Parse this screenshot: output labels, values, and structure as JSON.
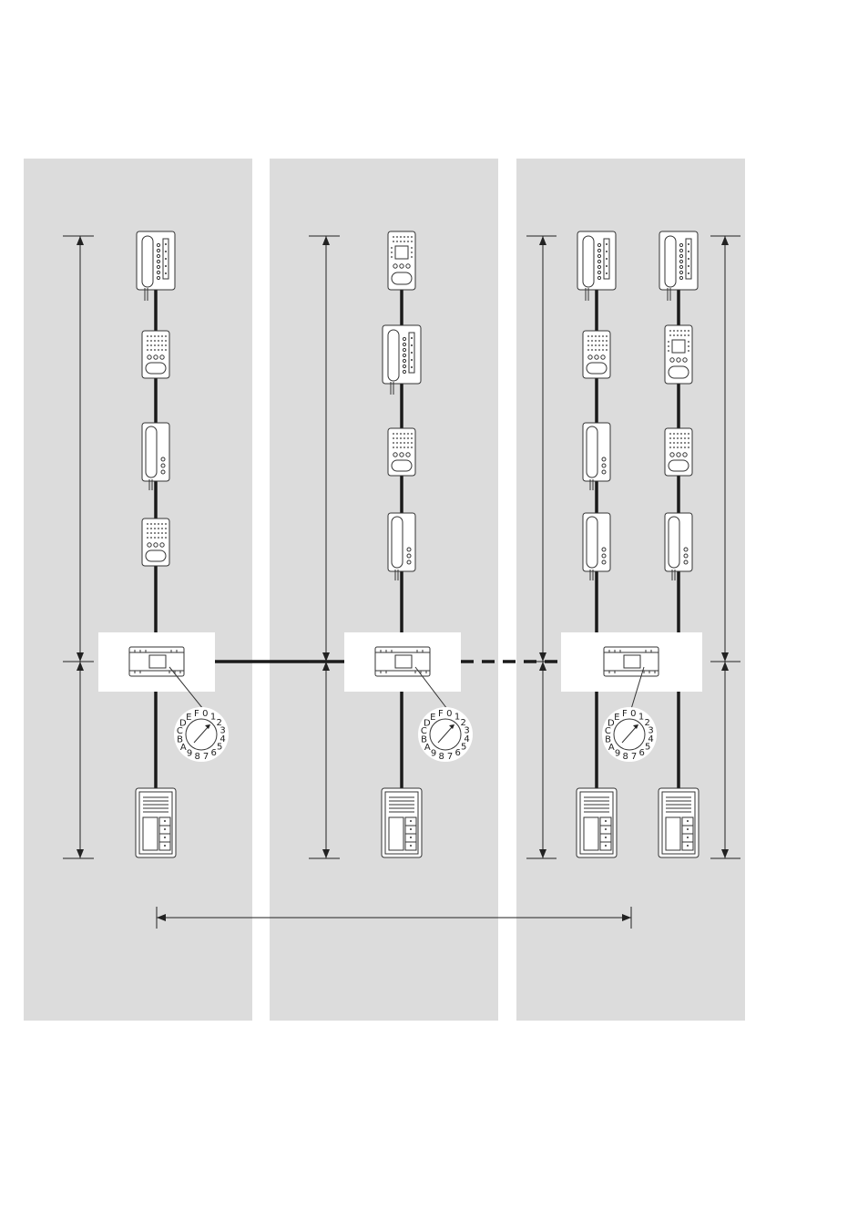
{
  "colors": {
    "panel": "#dcdcdc",
    "line": "#1a1a1a",
    "device_fill": "#ffffff"
  },
  "panels": [
    {
      "name": "panel-1",
      "columns": [
        {
          "indoor": [
            "handset-wide",
            "speaker",
            "handset-tall",
            "speaker"
          ],
          "door": "door-station"
        }
      ]
    },
    {
      "name": "panel-2",
      "columns": [
        {
          "indoor": [
            "speaker-video",
            "handset-wide",
            "speaker",
            "handset-tall"
          ],
          "door": "door-station"
        }
      ]
    },
    {
      "name": "panel-3",
      "columns": [
        {
          "indoor": [
            "handset-wide",
            "speaker",
            "handset-tall",
            "handset-tall"
          ],
          "door": "door-station"
        },
        {
          "indoor": [
            "handset-wide",
            "speaker-video",
            "speaker",
            "handset-tall"
          ],
          "door": "door-station"
        }
      ]
    }
  ],
  "dial_labels": [
    "0",
    "1",
    "2",
    "3",
    "4",
    "5",
    "6",
    "7",
    "8",
    "9",
    "A",
    "B",
    "C",
    "D",
    "E",
    "F"
  ],
  "icons": {
    "controller": "controller-unit-icon",
    "handset": "handset-phone-icon",
    "speaker": "speaker-unit-icon",
    "door": "door-station-icon",
    "dial": "rotary-address-switch-icon"
  }
}
